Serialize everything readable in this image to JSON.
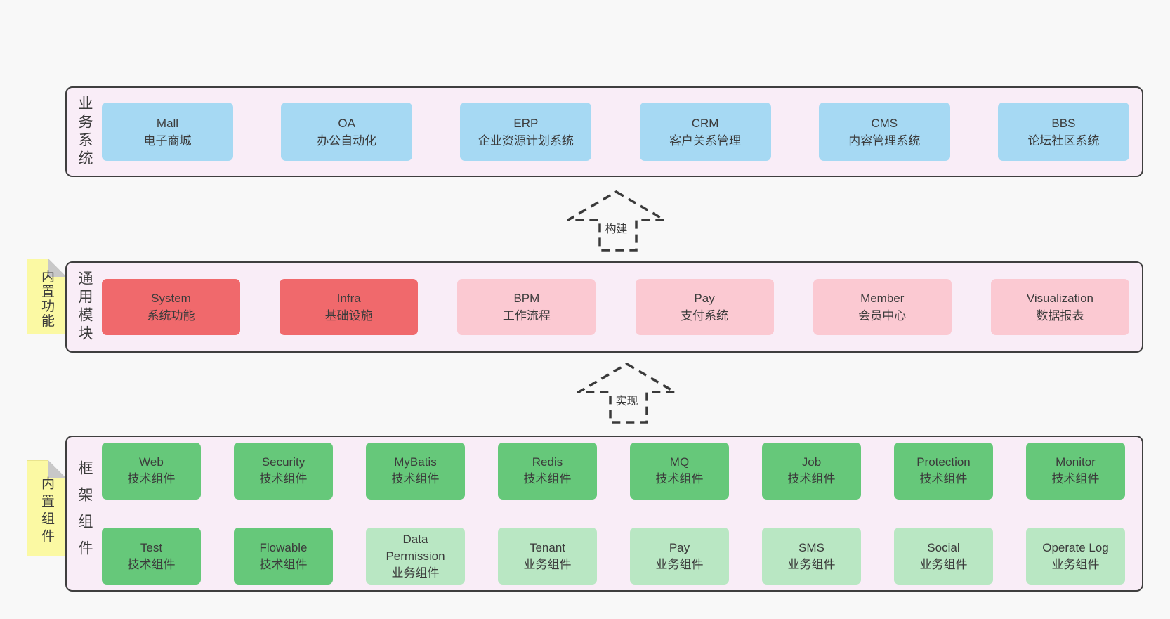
{
  "colors": {
    "page_bg": "#f8f8f8",
    "container_bg": "#f9edf7",
    "container_border": "#3f3f3f",
    "box_blue": "#a6d9f3",
    "box_red": "#f0696c",
    "box_pink": "#fbc9d2",
    "box_green": "#66c87a",
    "box_light_green": "#b9e7c3",
    "sticky_yellow": "#fbf9a3",
    "sticky_fold_gray": "#c8c8c8",
    "text": "#3b3b3b",
    "arrow_stroke": "#3a3a3a"
  },
  "layers": [
    {
      "label": "业务系统",
      "rows": [
        [
          {
            "name": "Mall",
            "subtitle": "电子商城"
          },
          {
            "name": "OA",
            "subtitle": "办公自动化"
          },
          {
            "name": "ERP",
            "subtitle": "企业资源计划系统"
          },
          {
            "name": "CRM",
            "subtitle": "客户关系管理"
          },
          {
            "name": "CMS",
            "subtitle": "内容管理系统"
          },
          {
            "name": "BBS",
            "subtitle": "论坛社区系统"
          }
        ]
      ]
    },
    {
      "label": "通用模块",
      "rows": [
        [
          {
            "name": "System",
            "subtitle": "系统功能"
          },
          {
            "name": "Infra",
            "subtitle": "基础设施"
          },
          {
            "name": "BPM",
            "subtitle": "工作流程"
          },
          {
            "name": "Pay",
            "subtitle": "支付系统"
          },
          {
            "name": "Member",
            "subtitle": "会员中心"
          },
          {
            "name": "Visualization",
            "subtitle": "数据报表"
          }
        ]
      ]
    },
    {
      "label": "框架组件",
      "rows": [
        [
          {
            "name": "Web",
            "subtitle": "技术组件"
          },
          {
            "name": "Security",
            "subtitle": "技术组件"
          },
          {
            "name": "MyBatis",
            "subtitle": "技术组件"
          },
          {
            "name": "Redis",
            "subtitle": "技术组件"
          },
          {
            "name": "MQ",
            "subtitle": "技术组件"
          },
          {
            "name": "Job",
            "subtitle": "技术组件"
          },
          {
            "name": "Protection",
            "subtitle": "技术组件"
          },
          {
            "name": "Monitor",
            "subtitle": "技术组件"
          }
        ],
        [
          {
            "name": "Test",
            "subtitle": "技术组件"
          },
          {
            "name": "Flowable",
            "subtitle": "技术组件"
          },
          {
            "name": "Data Permission",
            "subtitle": "业务组件"
          },
          {
            "name": "Tenant",
            "subtitle": "业务组件"
          },
          {
            "name": "Pay",
            "subtitle": "业务组件"
          },
          {
            "name": "SMS",
            "subtitle": "业务组件"
          },
          {
            "name": "Social",
            "subtitle": "业务组件"
          },
          {
            "name": "Operate Log",
            "subtitle": "业务组件"
          }
        ]
      ]
    }
  ],
  "arrows": [
    {
      "label": "构建"
    },
    {
      "label": "实现"
    }
  ],
  "stickies": [
    {
      "label": "内置功能"
    },
    {
      "label": "内置组件"
    }
  ]
}
